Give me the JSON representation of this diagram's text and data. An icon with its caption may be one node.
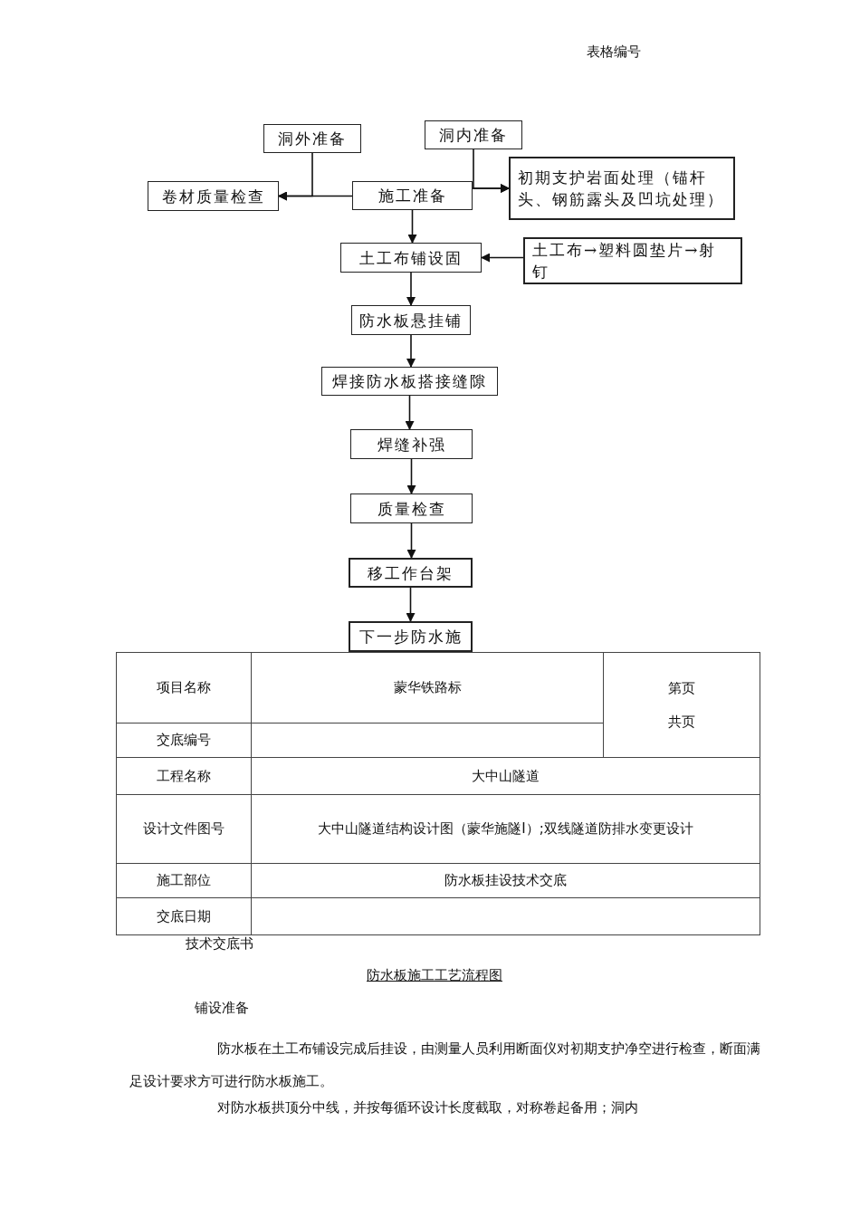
{
  "diagram": {
    "title": "防水板施工工艺流程图",
    "nodes": [
      {
        "text": [
          "洞外准备"
        ]
      },
      {
        "text": [
          "洞内准备"
        ]
      },
      {
        "text": [
          "卷材质量检查"
        ]
      },
      {
        "text": [
          "施工准备"
        ]
      },
      {
        "text": [
          "初期支护岩面处理（锚杆头、钢筋露头及凹坑处理）"
        ]
      },
      {
        "text": [
          "土工布铺设固"
        ]
      },
      {
        "text": [
          "土工布→塑料圆垫片→射钉"
        ]
      },
      {
        "text": [
          "防水板悬挂铺"
        ]
      },
      {
        "text": [
          "焊接防水板搭接缝隙"
        ]
      },
      {
        "text": [
          "焊缝补强"
        ]
      },
      {
        "text": [
          "质量检查"
        ]
      },
      {
        "text": [
          "移工作台架"
        ]
      },
      {
        "text": [
          "下一步防水施"
        ]
      }
    ],
    "edges": [
      {
        "from": 3,
        "to": 2,
        "arrow": "to"
      },
      {
        "from": 0,
        "to": 2,
        "arrow": "to"
      },
      {
        "from": 3,
        "to": 4,
        "arrow": "to"
      },
      {
        "from": 1,
        "to": 4,
        "arrow": "to"
      },
      {
        "from": 3,
        "to": 5,
        "arrow": "to"
      },
      {
        "from": 6,
        "to": 5,
        "arrow": "to"
      },
      {
        "from": 5,
        "to": 7,
        "arrow": "to"
      },
      {
        "from": 7,
        "to": 8,
        "arrow": "to"
      },
      {
        "from": 8,
        "to": 9,
        "arrow": "to"
      },
      {
        "from": 9,
        "to": 10,
        "arrow": "to"
      },
      {
        "from": 10,
        "to": 11,
        "arrow": "to"
      },
      {
        "from": 11,
        "to": 12,
        "arrow": "to"
      }
    ],
    "labels": [
      "表格编号",
      "项目名称",
      "蒙华铁路标",
      "第页",
      "共页",
      "交底编号",
      "工程名称",
      "大中山隧道",
      "设计文件图号",
      "大中山隧道结构设计图（蒙华施隧Ⅰ）;双线隧道防排水变更设计",
      "施工部位",
      "防水板挂设技术交底",
      "交底日期",
      "技术交底书",
      "铺设准备",
      "防水板在土工布铺设完成后挂设，由测量人员利用断面仪对初期支护净空进行检查，断面满足设计要求方可进行防水板施工。",
      "对防水板拱顶分中线，并按每循环设计长度截取，对称卷起备用；洞内"
    ]
  }
}
